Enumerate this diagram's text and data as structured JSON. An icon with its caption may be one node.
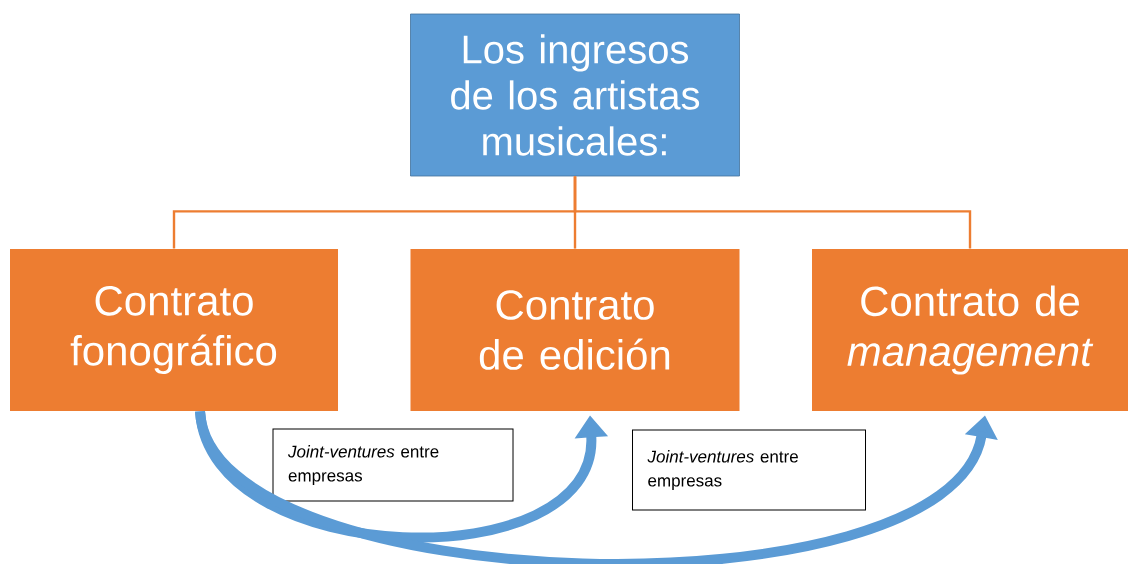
{
  "diagram": {
    "nodes": [
      {
        "text": [
          "Los ingresos de los artistas musicales:"
        ]
      },
      {
        "text": [
          "Contrato fonográfico"
        ]
      },
      {
        "text": [
          "Contrato de edición"
        ]
      },
      {
        "text": [
          "Contrato de *management*"
        ]
      },
      {
        "text": [
          "*Joint-ventures* entre empresas"
        ]
      },
      {
        "text": [
          "*Joint-ventures* entre empresas"
        ]
      }
    ],
    "edges": [
      {
        "from": 0,
        "to": 1,
        "arrow": "none"
      },
      {
        "from": 0,
        "to": 2,
        "arrow": "none"
      },
      {
        "from": 0,
        "to": 3,
        "arrow": "none"
      },
      {
        "from": 1,
        "to": 2,
        "arrow": "to",
        "style": "thick",
        "color": "#5b9bd5"
      },
      {
        "from": 1,
        "to": 3,
        "arrow": "to",
        "style": "thick",
        "color": "#5b9bd5"
      }
    ]
  }
}
